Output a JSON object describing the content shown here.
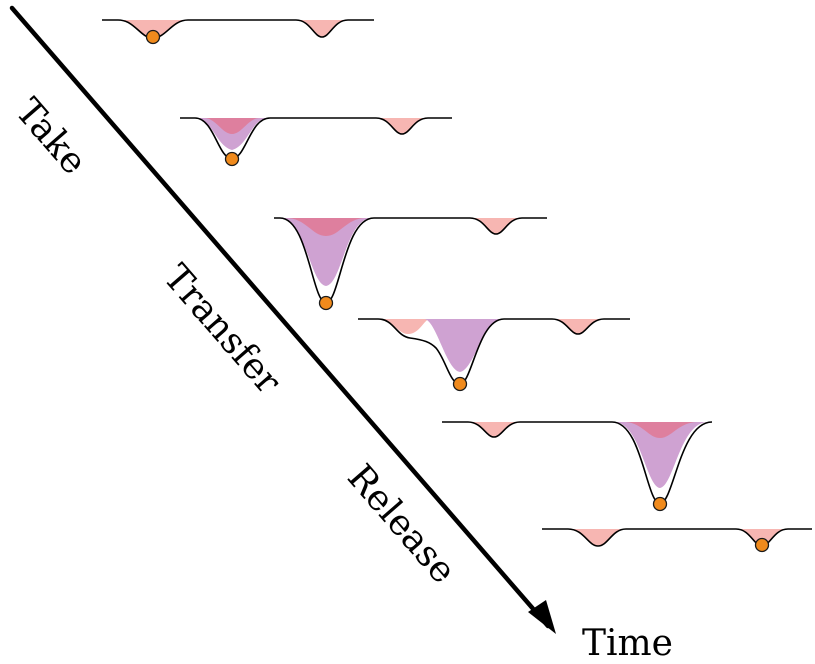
{
  "labels": {
    "take": "Take",
    "transfer": "Transfer",
    "release": "Release",
    "time": "Time"
  },
  "colors": {
    "well_light": "#f7b6b2",
    "well_dark": "#de7f9e",
    "well_mid": "#cfa2d2",
    "particle": "#f08a1c",
    "particle_stroke": "#1a1a1a",
    "arrow": "#000000"
  }
}
